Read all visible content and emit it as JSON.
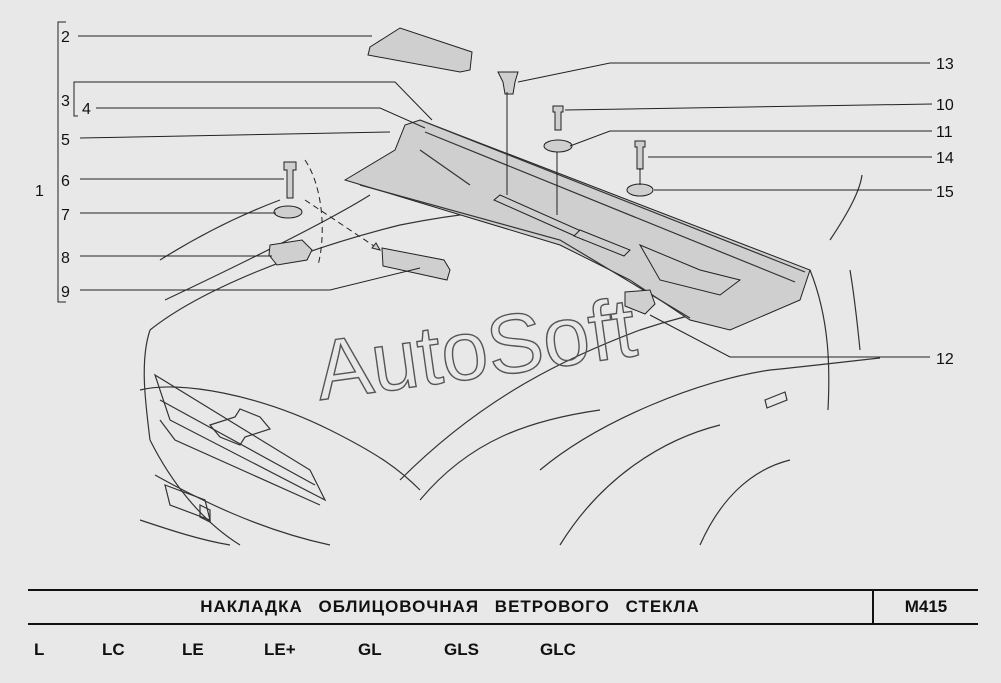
{
  "callouts": {
    "c1": "1",
    "c2": "2",
    "c3": "3",
    "c4": "4",
    "c5": "5",
    "c6": "6",
    "c7": "7",
    "c8": "8",
    "c9": "9",
    "c10": "10",
    "c11": "11",
    "c12": "12",
    "c13": "13",
    "c14": "14",
    "c15": "15"
  },
  "watermark": "AutoSoft",
  "title": "НАКЛАДКА  ОБЛИЦОВОЧНАЯ  ВЕТРОВОГО  СТЕКЛА",
  "code": "M415",
  "variants": [
    "L",
    "LC",
    "LE",
    "LE+",
    "GL",
    "GLS",
    "GLC"
  ]
}
